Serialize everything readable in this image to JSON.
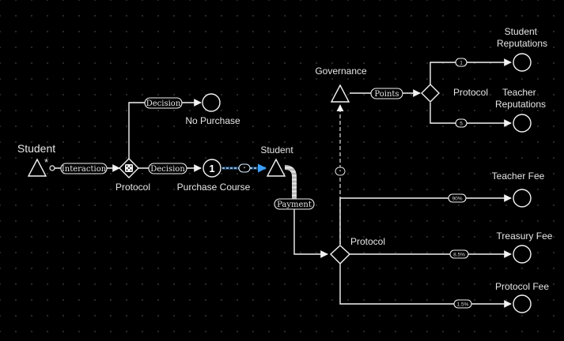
{
  "nodes": {
    "student_source": "Student",
    "student_source_mark": "*",
    "protocol_decision": "Protocol",
    "no_purchase": "No Purchase",
    "purchase_course": "Purchase Course",
    "purchase_course_count": "1",
    "student_converter": "Student",
    "governance": "Governance",
    "protocol_reputation": "Protocol",
    "student_reputations": "Student Reputations",
    "teacher_reputations": "Teacher Reputations",
    "protocol_fee_split": "Protocol",
    "teacher_fee": "Teacher Fee",
    "treasury_fee": "Treasury Fee",
    "protocol_fee": "Protocol Fee"
  },
  "edges": {
    "interaction": "Interaction",
    "decision_no_purchase": "Decision",
    "decision_purchase": "Decision",
    "purchase_flow": "*",
    "payment": "Payment",
    "governance_link": "*",
    "points": "Points",
    "student_rep_weight": "1",
    "teacher_rep_weight": "5",
    "teacher_fee_share": "90%",
    "treasury_fee_share": "8.5%",
    "protocol_fee_share": "1.5%"
  },
  "colors": {
    "background": "#000000",
    "stroke": "#f2f2f2",
    "highlight": "#3aa0ff"
  }
}
